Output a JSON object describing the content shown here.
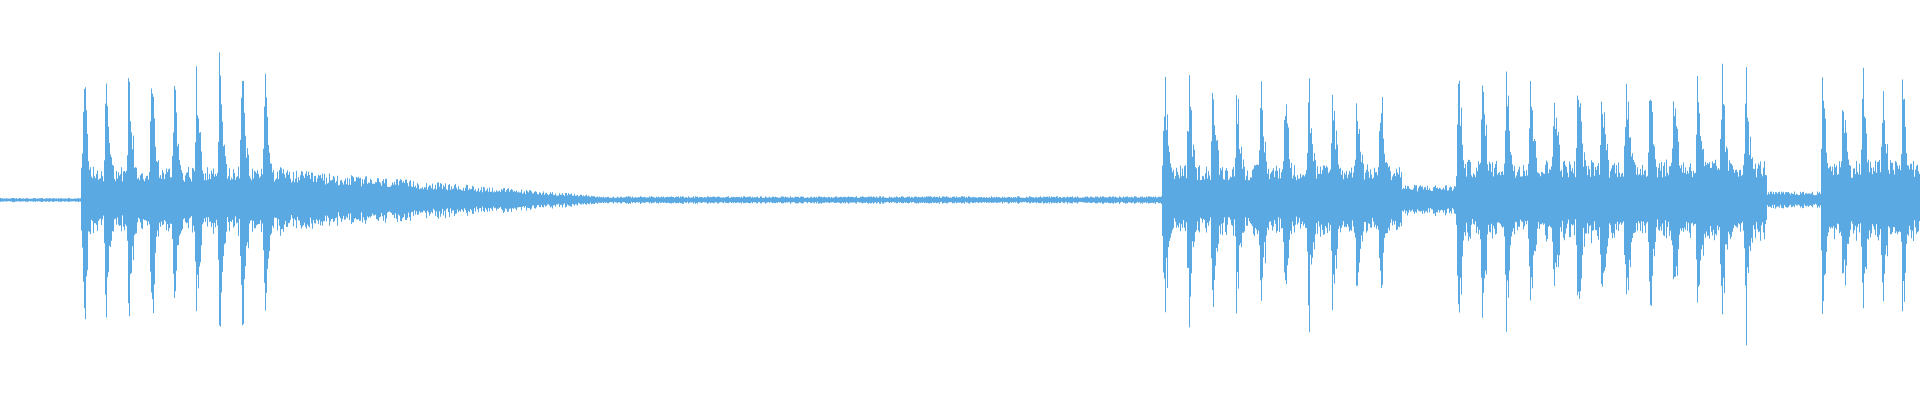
{
  "waveform": {
    "color": "#5aa9e2",
    "background": "#ffffff",
    "segments": [
      {
        "start": 0.0,
        "end": 0.042,
        "level": 0.012,
        "burst_count": 0,
        "peak": 0.0
      },
      {
        "start": 0.042,
        "end": 0.148,
        "level": 0.28,
        "burst_count": 9,
        "peak": 0.95,
        "decay": 0.0
      },
      {
        "start": 0.148,
        "end": 0.31,
        "level": 0.18,
        "burst_count": 0,
        "peak": 0.0,
        "decay": 1.0
      },
      {
        "start": 0.31,
        "end": 0.605,
        "level": 0.022,
        "burst_count": 0,
        "peak": 0.0
      },
      {
        "start": 0.605,
        "end": 0.73,
        "level": 0.3,
        "burst_count": 10,
        "peak": 0.85
      },
      {
        "start": 0.73,
        "end": 0.758,
        "level": 0.09,
        "burst_count": 0,
        "peak": 0.0
      },
      {
        "start": 0.758,
        "end": 0.92,
        "level": 0.34,
        "burst_count": 13,
        "peak": 0.92
      },
      {
        "start": 0.92,
        "end": 0.948,
        "level": 0.05,
        "burst_count": 0,
        "peak": 0.0
      },
      {
        "start": 0.948,
        "end": 1.0,
        "level": 0.34,
        "burst_count": 5,
        "peak": 0.95
      }
    ]
  }
}
